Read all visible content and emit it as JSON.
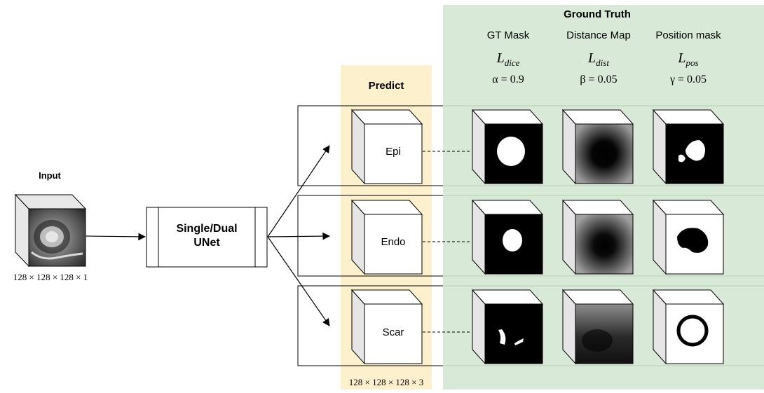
{
  "input": {
    "title": "Input",
    "dims": "128 × 128 × 128 × 1"
  },
  "network": {
    "label_line1": "Single/Dual",
    "label_line2": "UNet"
  },
  "predict": {
    "title": "Predict",
    "dims": "128 × 128 × 128 × 3",
    "classes": [
      "Epi",
      "Endo",
      "Scar"
    ]
  },
  "ground_truth": {
    "title": "Ground Truth",
    "columns": [
      {
        "header": "GT Mask",
        "loss_main": "L",
        "loss_sub": "dice",
        "weight": "α = 0.9"
      },
      {
        "header": "Distance Map",
        "loss_main": "L",
        "loss_sub": "dist",
        "weight": "β = 0.05"
      },
      {
        "header": "Position mask",
        "loss_main": "L",
        "loss_sub": "pos",
        "weight": "γ = 0.05"
      }
    ]
  },
  "colors": {
    "predict_band": "#fdf0cc",
    "gt_band": "#d9e9d7",
    "stroke": "#000000"
  }
}
